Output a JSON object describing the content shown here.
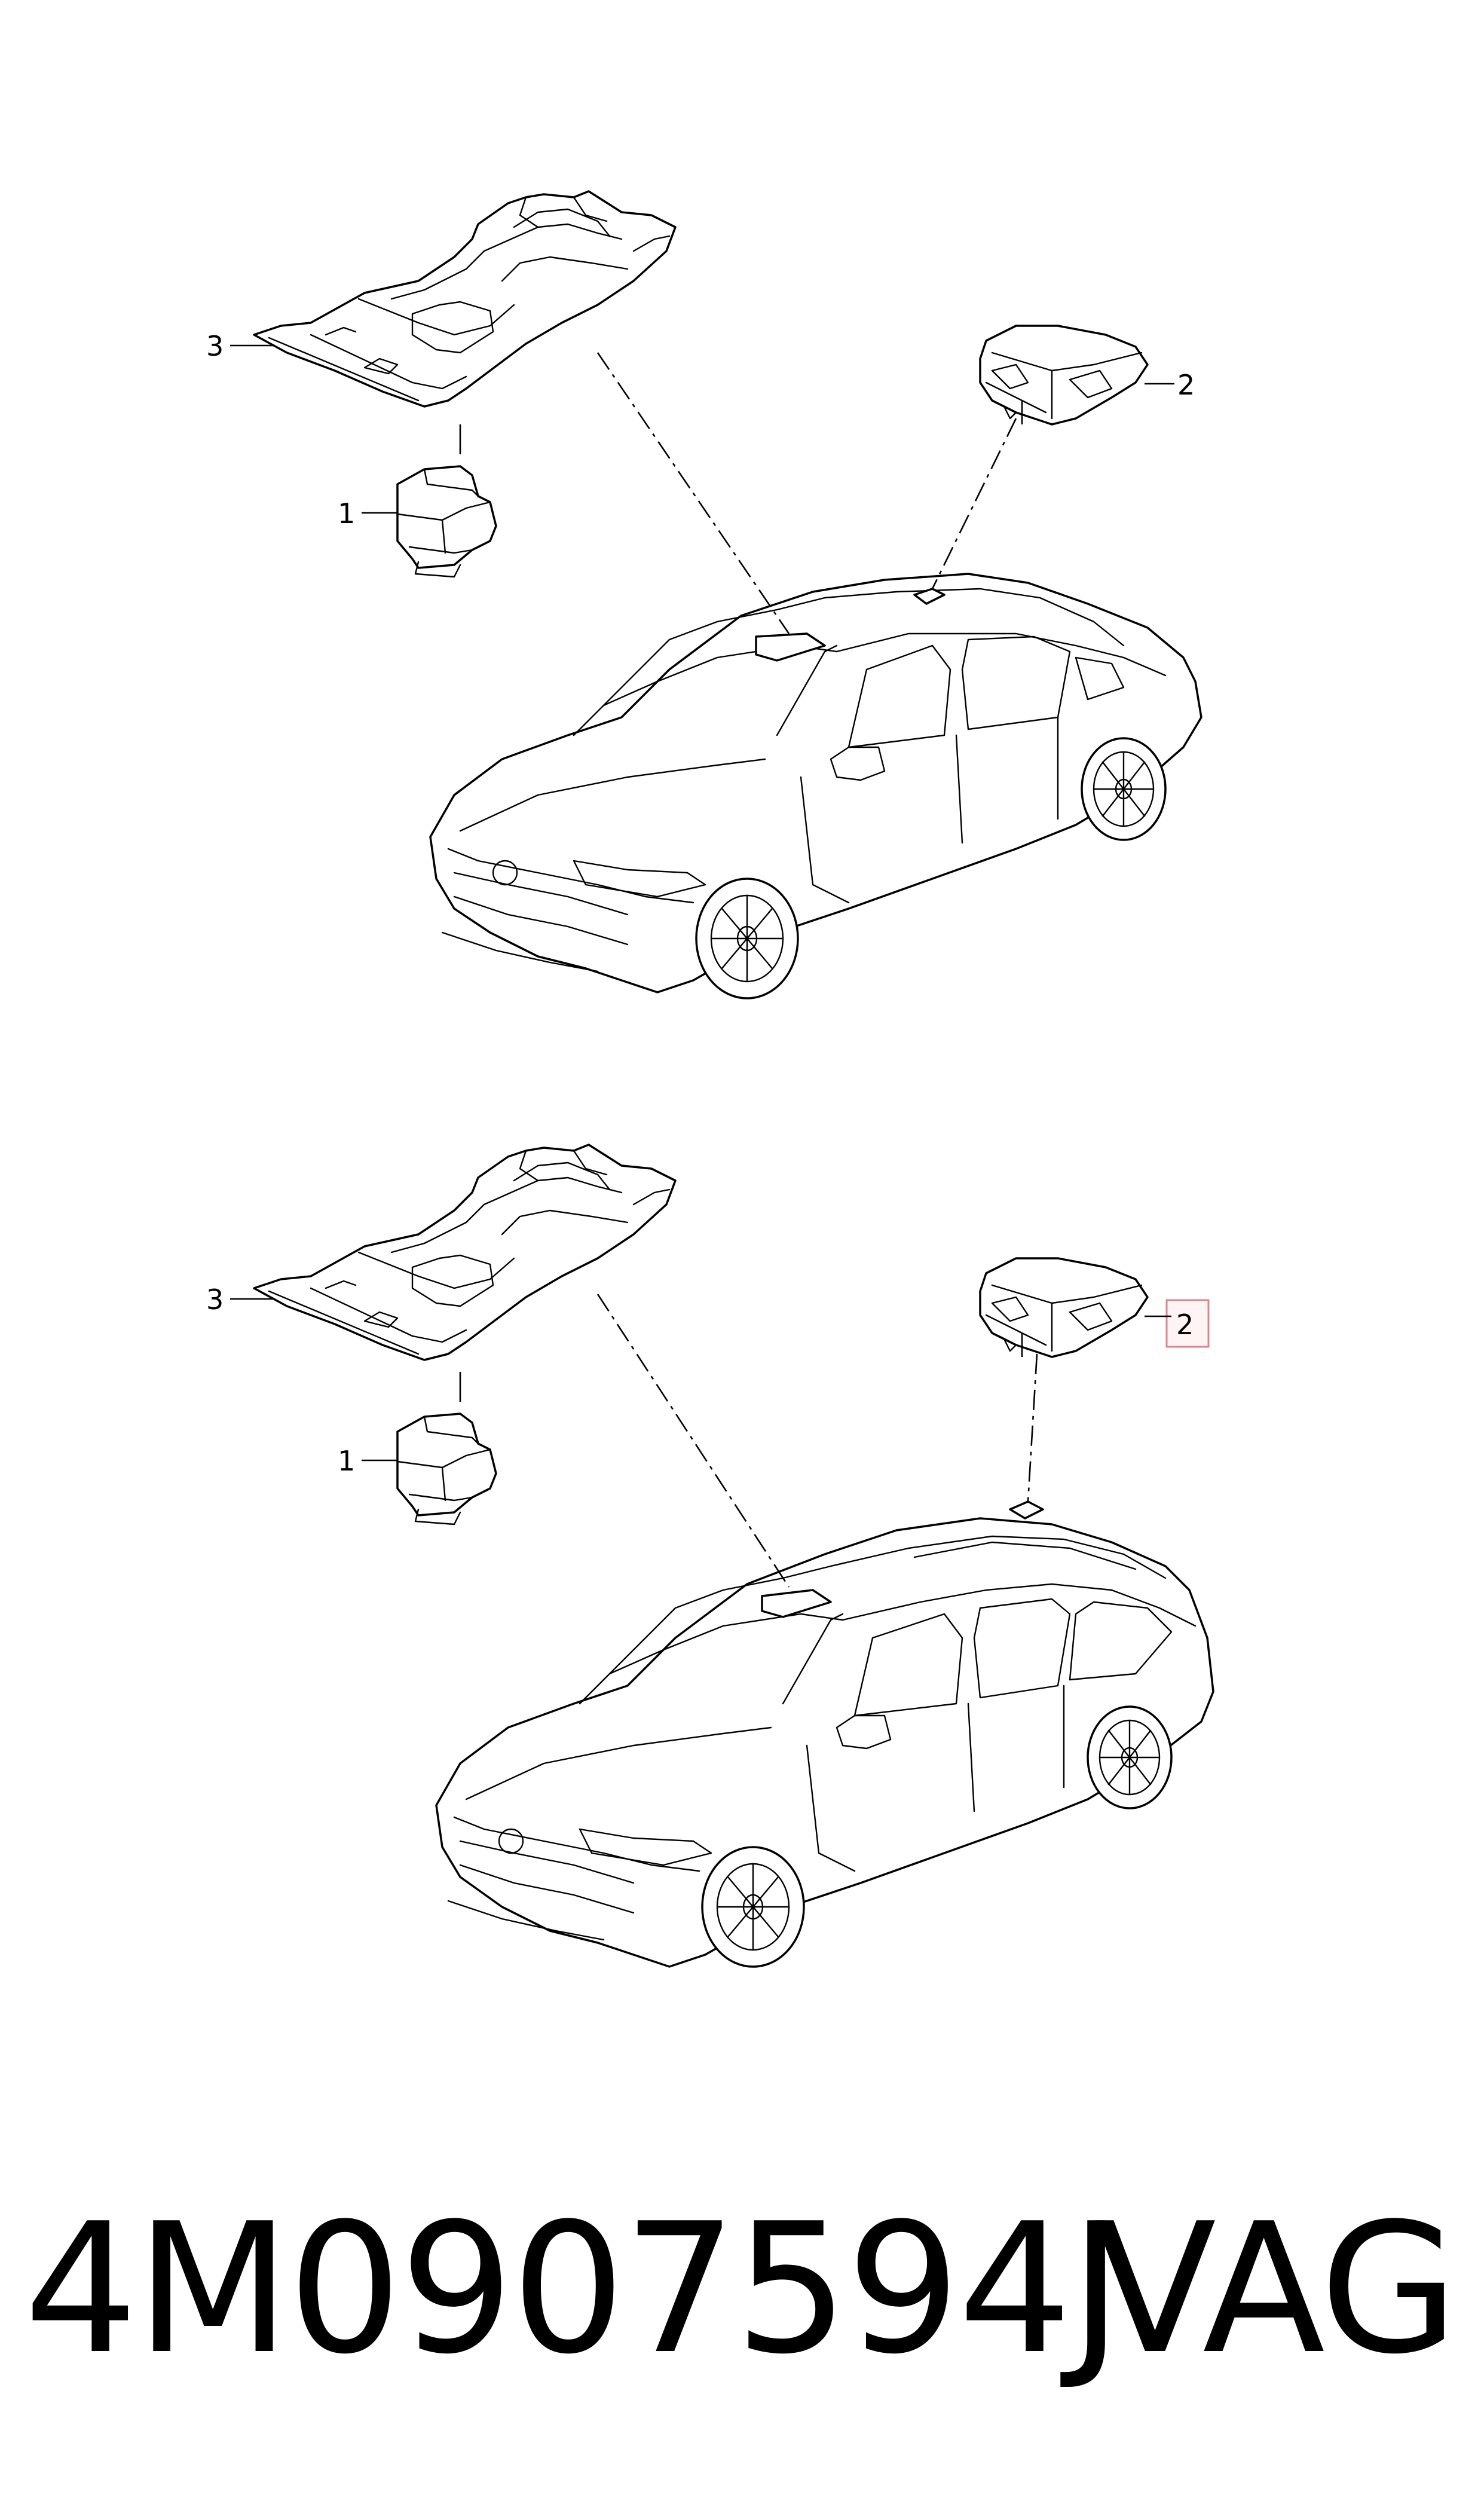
{
  "diagrams": [
    {
      "variant": "sedan",
      "callouts": [
        {
          "number": "1",
          "highlighted": false
        },
        {
          "number": "2",
          "highlighted": false
        },
        {
          "number": "3",
          "highlighted": false
        }
      ]
    },
    {
      "variant": "estate",
      "callouts": [
        {
          "number": "1",
          "highlighted": false
        },
        {
          "number": "2",
          "highlighted": true
        },
        {
          "number": "3",
          "highlighted": false
        }
      ]
    }
  ],
  "footer": {
    "part_number": "4M0907594J",
    "brand": "VAG"
  },
  "colors": {
    "line": "#000000",
    "highlight_fill": "#fff4f4",
    "highlight_stroke": "#d9868c"
  }
}
